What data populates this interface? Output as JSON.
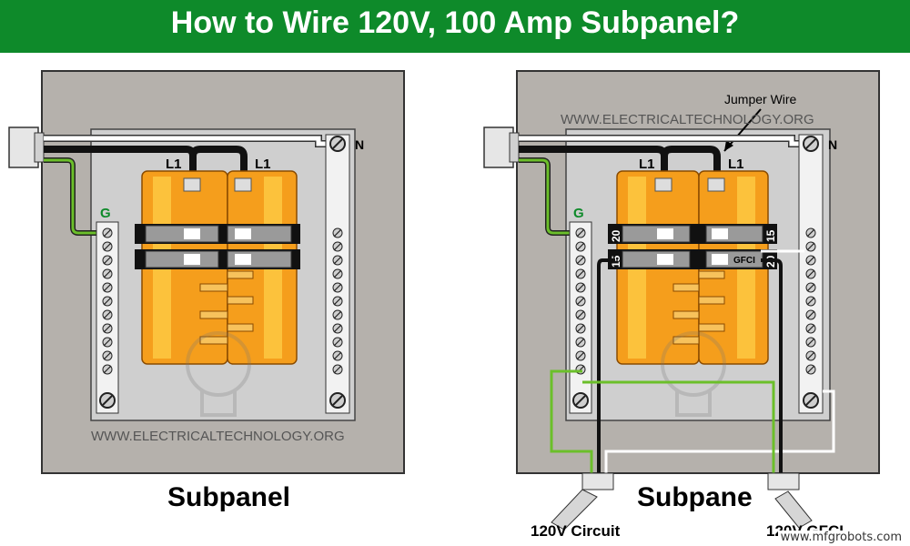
{
  "title": "How to Wire 120V, 100 Amp Subpanel?",
  "colors": {
    "banner": "#0e8a2a",
    "panel_outer": "#b5b1ac",
    "panel_inner": "#cfcfcf",
    "bus_bar": "#f59e1c",
    "ground_wire": "#6bbf2a",
    "hot_wire": "#111111",
    "neutral_wire": "#ffffff"
  },
  "left_panel": {
    "label_l1_a": "L1",
    "label_l1_b": "L1",
    "label_ground": "G",
    "label_neutral": "N",
    "watermark": "WWW.ELECTRICALTECHNOLOGY.ORG",
    "caption": "Subpanel"
  },
  "right_panel": {
    "jumper_label": "Jumper Wire",
    "watermark": "WWW.ELECTRICALTECHNOLOGY.ORG",
    "label_l1_a": "L1",
    "label_l1_b": "L1",
    "label_ground": "G",
    "label_neutral": "N",
    "breaker_left_top": "20",
    "breaker_left_bottom": "15",
    "breaker_right_top": "15",
    "breaker_right_bottom": "20",
    "gfci_label": "GFCI",
    "caption": "Subpane",
    "circuit_left": "120V Circuit",
    "circuit_right": "120V GFCI"
  },
  "corner_watermark": "www.mfgrobots.com"
}
